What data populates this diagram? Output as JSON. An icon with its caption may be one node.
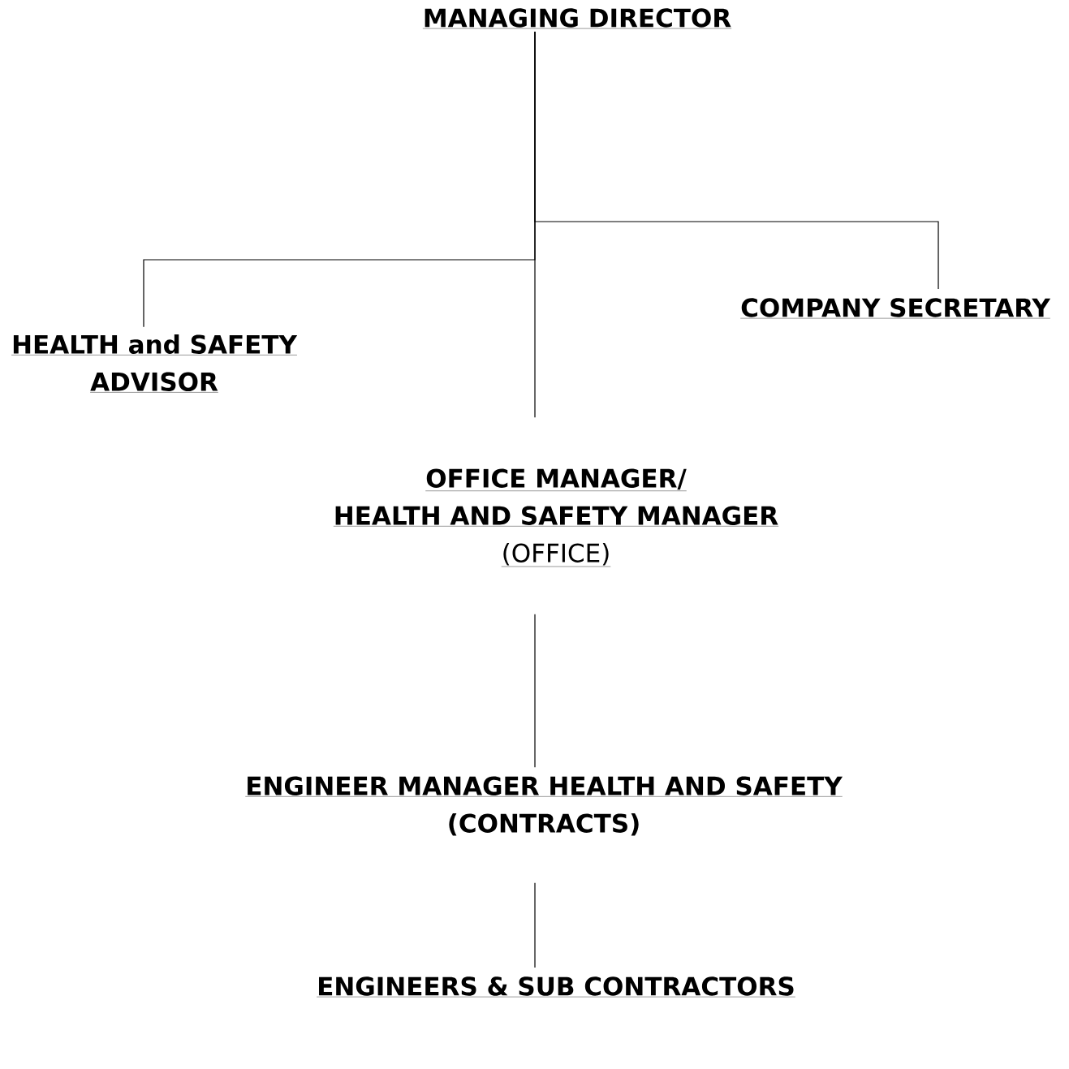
{
  "diagram": {
    "nodes": [
      {
        "text": [
          "MANAGING DIRECTOR"
        ]
      },
      {
        "text": [
          "HEALTH and SAFETY",
          "ADVISOR"
        ]
      },
      {
        "text": [
          "COMPANY SECRETARY"
        ]
      },
      {
        "text": [
          "OFFICE MANAGER/",
          "HEALTH AND SAFETY MANAGER",
          "(OFFICE)"
        ]
      },
      {
        "text": [
          "ENGINEER MANAGER HEALTH AND SAFETY",
          "(CONTRACTS)"
        ]
      },
      {
        "text": [
          "ENGINEERS & SUB CONTRACTORS"
        ]
      }
    ],
    "edges": [
      {
        "from": 0,
        "to": 3,
        "arrow": "none"
      },
      {
        "from": 0,
        "to": 1,
        "arrow": "none"
      },
      {
        "from": 0,
        "to": 2,
        "arrow": "none"
      },
      {
        "from": 3,
        "to": 4,
        "arrow": "none"
      },
      {
        "from": 4,
        "to": 5,
        "arrow": "none"
      }
    ]
  }
}
